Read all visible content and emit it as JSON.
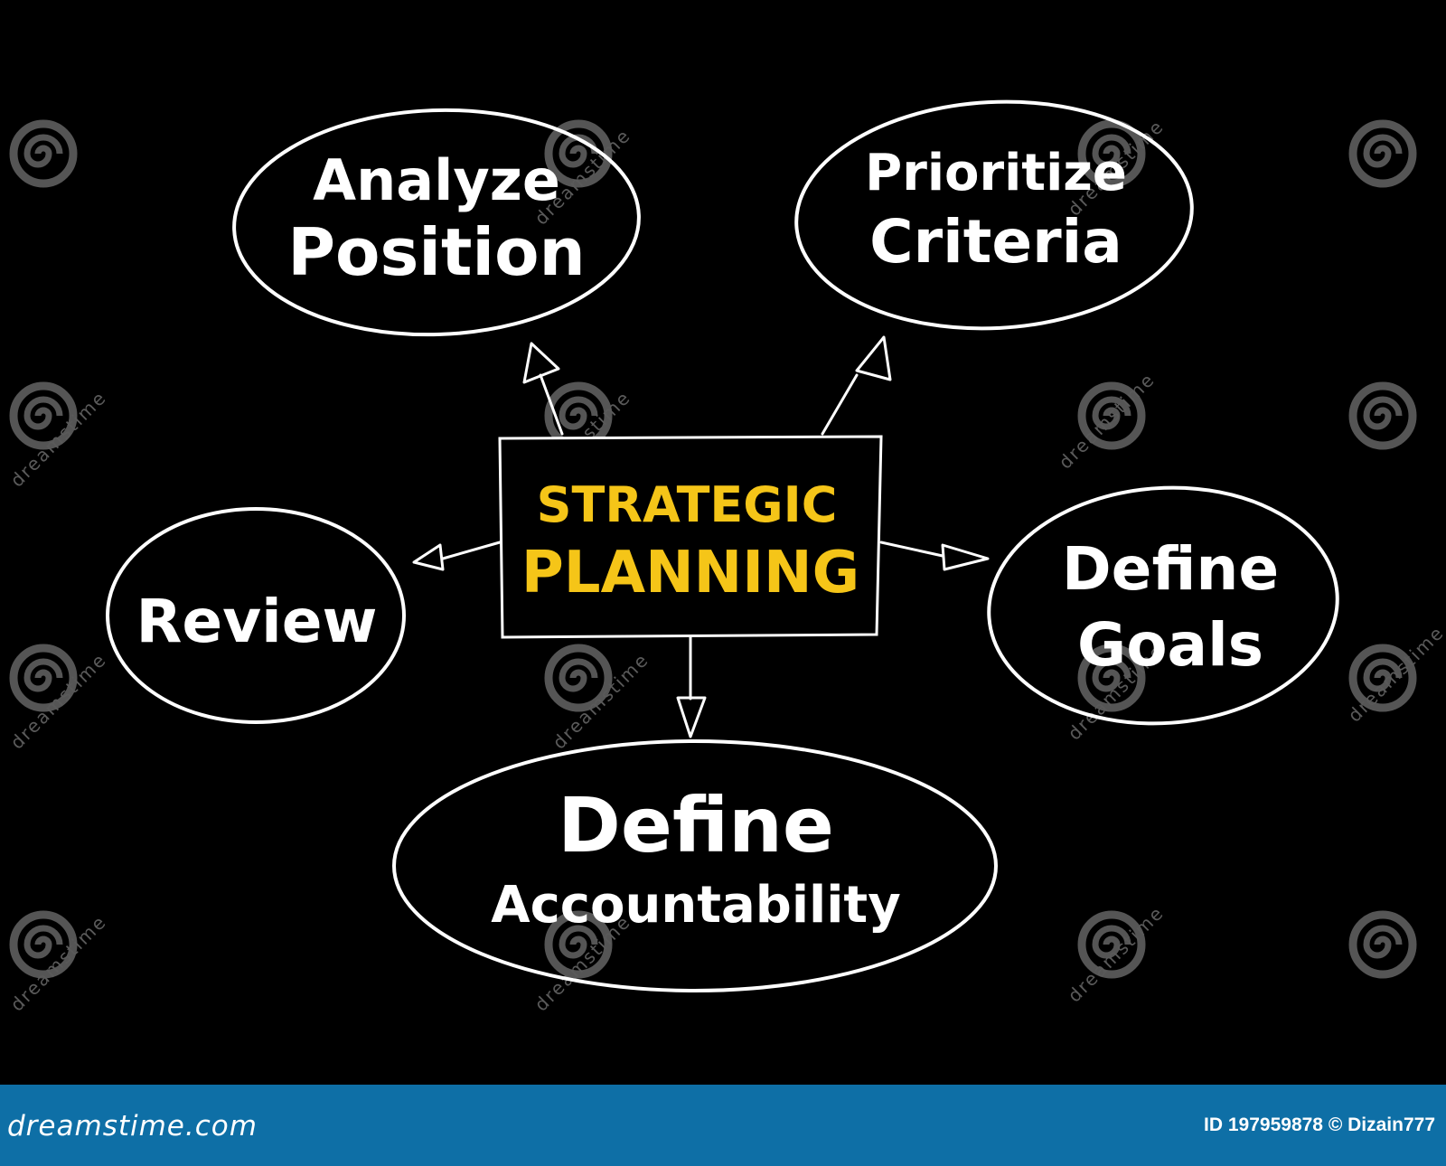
{
  "diagram": {
    "center": {
      "line1": "STRATEGIC",
      "line2": "PLANNING"
    },
    "nodes": {
      "analyze_position": {
        "line1": "Analyze",
        "line2": "Position"
      },
      "prioritize_criteria": {
        "line1": "Prioritize",
        "line2": "Criteria"
      },
      "review": {
        "line1": "Review"
      },
      "define_goals": {
        "line1": "Define",
        "line2": "Goals"
      },
      "define_accountability": {
        "line1": "Define",
        "line2": "Accountability"
      }
    },
    "colors": {
      "background": "#000000",
      "chalk": "#ffffff",
      "center_text": "#f5c518"
    }
  },
  "watermark": {
    "text": "dreamstime",
    "icon": "spiral-logo-icon"
  },
  "footer": {
    "logo": "dreamstime.com",
    "credit": "ID 197959878 © Dizain777",
    "color": "#0e6fa6"
  }
}
